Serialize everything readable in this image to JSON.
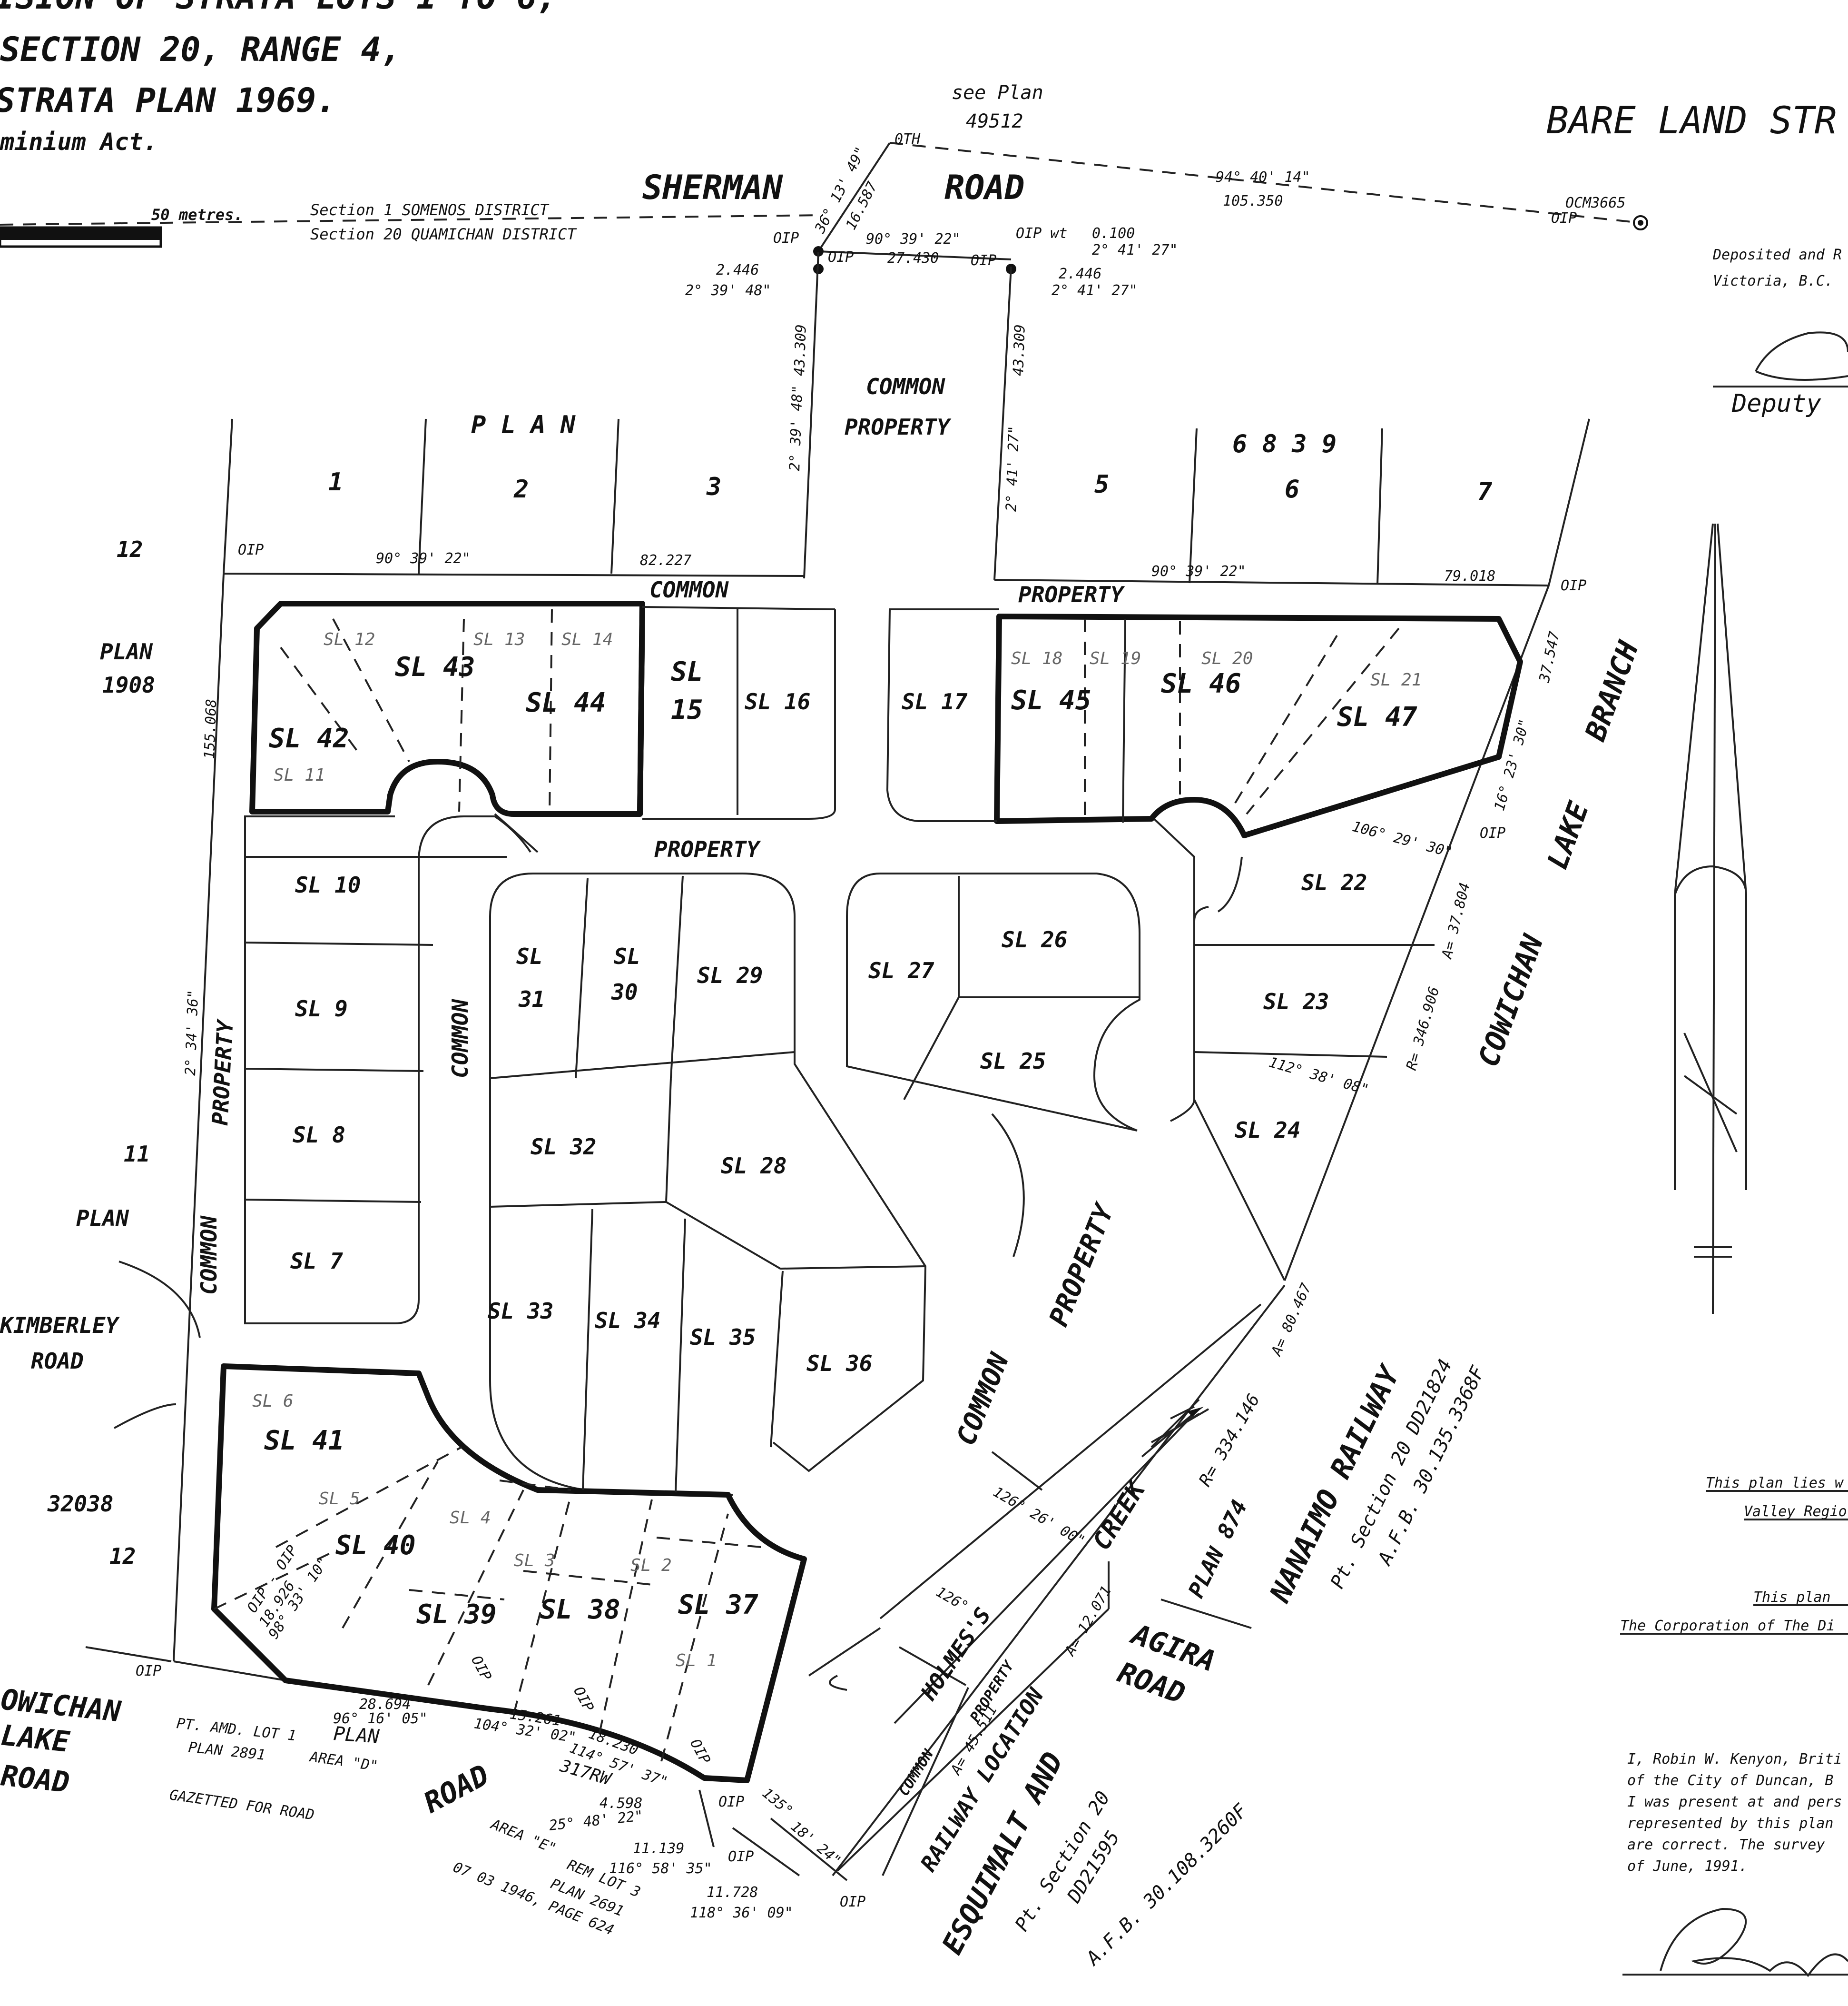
{
  "title": {
    "line1": "ISION OF STRATA LOTS 1 TO 6,",
    "line2": "SECTION 20, RANGE 4,",
    "line3": "STRATA PLAN 1969.",
    "line4": "minium Act.",
    "right": "BARE LAND STR"
  },
  "scale": {
    "label": "50 metres."
  },
  "districts": {
    "line1": "Section 1  SOMENOS DISTRICT",
    "line2": "Section 20  QUAMICHAN DISTRICT"
  },
  "roads": {
    "sherman": "SHERMAN",
    "road": "ROAD",
    "see_plan": "see Plan",
    "see_plan_no": "49512",
    "kimberley": "KIMBERLEY",
    "kimberley_road": "ROAD",
    "cowichan_lake_l1": "OWICHAN",
    "cowichan_lake_l2": "LAKE",
    "cowichan_lake_l3": "ROAD",
    "agira": "AGIRA",
    "agira_road": "ROAD",
    "bottom_road": "ROAD",
    "cowichan_lake_branch_1": "COWICHAN",
    "cowichan_lake_branch_2": "LAKE",
    "cowichan_lake_branch_3": "BRANCH",
    "nanaimo_railway": "NANAIMO RAILWAY",
    "nanaimo_pt": "Pt. Section 20 DD21824",
    "nanaimo_afb": "A.F.B. 30.135.3368F",
    "esquimalt": "ESQUIMALT AND",
    "railway_location": "RAILWAY LOCATION",
    "esq_pt": "Pt. Section 20",
    "esq_dd": "DD21595",
    "esq_afb": "A.F.B. 30.108.3260F",
    "holmes_creek_1": "HOLMES'S",
    "holmes_creek_2": "CREEK"
  },
  "plans": {
    "plan_word": "P L A N",
    "plan_no": "6 8 3 9",
    "plan_1908_a": "PLAN",
    "plan_1908_b": "1908",
    "plan_11": "PLAN",
    "plan_874": "PLAN 874",
    "n12a": "12",
    "n11": "11",
    "n32038": "32038",
    "n12b": "12"
  },
  "plan_lots": [
    "1",
    "2",
    "3",
    "5",
    "6",
    "7"
  ],
  "common_property": {
    "top_common": "COMMON",
    "top_property_l": "PROPERTY",
    "top_common_r": "COMMON",
    "top_property_r": "PROPERTY",
    "centre_property": "PROPERTY",
    "common_vertical_left": "COMMON",
    "property_vertical_left": "PROPERTY",
    "common_vertical_mid": "COMMON",
    "big_common": "COMMON",
    "big_property": "PROPERTY",
    "cp_small_common": "COMMON",
    "cp_small_property": "PROPERTY"
  },
  "strata_lots": {
    "sl42": "SL 42",
    "sl43": "SL 43",
    "sl44": "SL 44",
    "sl15a": "SL",
    "sl15b": "15",
    "sl16": "SL 16",
    "sl17": "SL 17",
    "sl45": "SL 45",
    "sl46": "SL 46",
    "sl47": "SL 47",
    "sl10": "SL 10",
    "sl9": "SL 9",
    "sl8": "SL 8",
    "sl7": "SL 7",
    "sl31a": "SL",
    "sl31b": "31",
    "sl30a": "SL",
    "sl30b": "30",
    "sl29": "SL 29",
    "sl27": "SL 27",
    "sl26": "SL 26",
    "sl25": "SL 25",
    "sl22": "SL 22",
    "sl23": "SL 23",
    "sl24": "SL 24",
    "sl32": "SL 32",
    "sl28": "SL 28",
    "sl33": "SL 33",
    "sl34": "SL 34",
    "sl35": "SL 35",
    "sl36": "SL 36",
    "sl41": "SL 41",
    "sl40": "SL 40",
    "sl39": "SL 39",
    "sl38": "SL 38",
    "sl37": "SL 37"
  },
  "old_lots": {
    "o12": "SL 12",
    "o13": "SL 13",
    "o14": "SL 14",
    "o11": "SL 11",
    "o18": "SL 18",
    "o19": "SL 19",
    "o20": "SL 20",
    "o21": "SL 21",
    "o6": "SL 6",
    "o5": "SL 5",
    "o4": "SL 4",
    "o3": "SL 3",
    "o2": "SL 2",
    "o1": "SL 1"
  },
  "survey": {
    "oth": "0TH",
    "b_top": "36° 13' 49\"",
    "d_top": "16.587",
    "b_sherman": "94° 40' 14\"",
    "d_sherman": "105.350",
    "ocm": "OCM3665",
    "oip1": "OIP",
    "b_road": "90° 39' 22\"",
    "oip_wt": "OIP wt",
    "d_0100": "0.100",
    "b_24127a": "2° 41' 27\"",
    "oip2": "OIP",
    "d_27430": "27.430",
    "oip3": "OIP",
    "d_2446a": "2.446",
    "b_23948a": "2° 39' 48\"",
    "d_2446b": "2.446",
    "b_24127b": "2° 41' 27\"",
    "d_43309a": "43.309",
    "d_43309b": "43.309",
    "b_23948b": "2° 39' 48\"",
    "b_24127c": "2° 41' 27\"",
    "oip4": "OIP",
    "b_903922a": "90°  39'  22\"",
    "d_82227": "82.227",
    "b_903922b": "90°  39'  22\"",
    "d_79018": "79.018",
    "oip5": "OIP",
    "d_155068": "155.068",
    "b_left": "2°  34'  36\"",
    "d_37547": "37.547",
    "b_162330": "16° 23' 30\"",
    "b_1062930": "106° 29' 30\"",
    "oip6": "OIP",
    "arc_37804": "A= 37.804",
    "r_346906": "R= 346.906",
    "b_1123808": "112° 38' 08\"",
    "arc_80467": "A= 80.467",
    "r_334146": "R= 334.146",
    "b_1262600": "126° 26' 00\"",
    "b_126": "126°",
    "arc_12071": "A= 12.071",
    "arc_45511": "A= 45.511",
    "oip_oip": "OIP - OIP",
    "d_18926": "18.926",
    "b_983310": "98° 33' 10\"",
    "oip7": "OIP",
    "d_28694": "28.694",
    "b_961605": "96° 16' 05\"",
    "d_15261": "15.261",
    "b_104": "104° 32' 02\"",
    "oip8": "OIP",
    "oip9": "OIP",
    "d_18230": "18.230",
    "b_114": "114° 57' 37\"",
    "oip10": "OIP",
    "rw": "317RW",
    "d_4598": "4.598",
    "oip11": "OIP",
    "b_254822": "25° 48' 22\"",
    "d_11139": "11.139",
    "b_116": "116° 58' 35\"",
    "oip12": "OIP",
    "b_135": "135°",
    "b_1824": "18' 24\"",
    "d_11728": "11.728",
    "b_118": "118° 36' 09\"",
    "oip13": "OIP",
    "oip14": "OIP"
  },
  "bottom_notes": {
    "pt_amd": "PT. AMD. LOT 1",
    "plan_2691": "PLAN 2891",
    "gazetted": "GAZETTED FOR ROAD",
    "plan_d1": "PLAN",
    "plan_d2": "AREA \"D\"",
    "area_e": "AREA \"E\"",
    "rem_lot": "REM LOT 3",
    "plan_2691b": "PLAN 2691",
    "date_page": "07 03 1946, PAGE 624"
  },
  "right_panel": {
    "deposited": "Deposited and R",
    "victoria": "Victoria, B.C.",
    "deputy": "Deputy",
    "lies1": "This plan lies w",
    "lies2": "Valley Regio",
    "plan_corp1": "This plan",
    "plan_corp2": "The Corporation of The Di",
    "cert1": "I, Robin W. Kenyon, Briti",
    "cert2": "of the City of Duncan, B",
    "cert3": "I was present at and pers",
    "cert4": "represented by this plan",
    "cert5": "are correct.  The survey",
    "cert6": "of June, 1991."
  }
}
